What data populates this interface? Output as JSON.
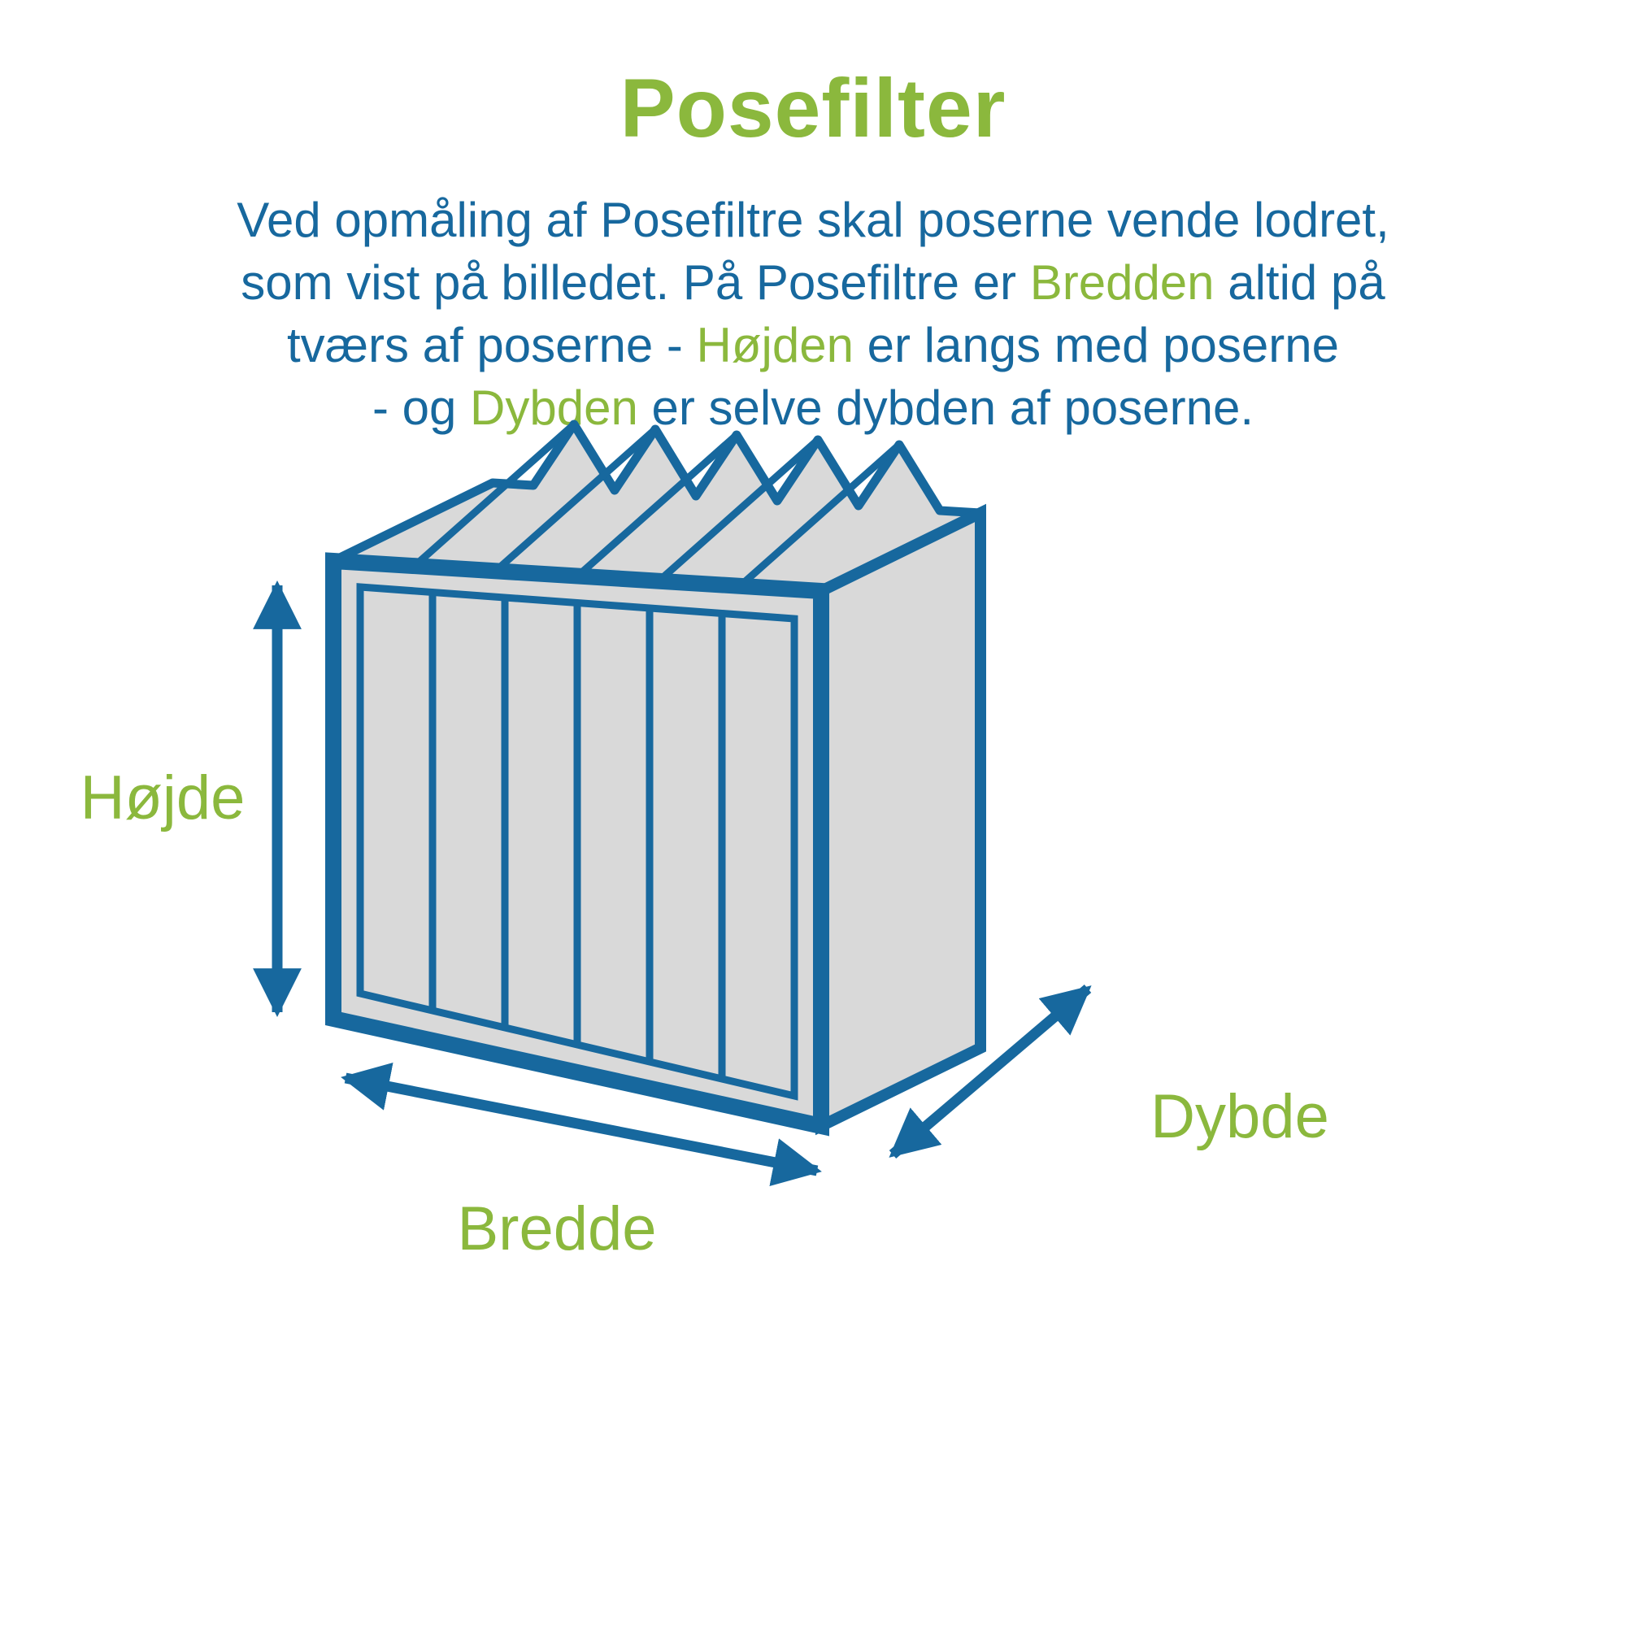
{
  "title": "Posefilter",
  "paragraph": {
    "lines": [
      {
        "segments": [
          {
            "text": "Ved opmåling af Posefiltre skal poserne vende lodret,",
            "color": "blue"
          }
        ]
      },
      {
        "segments": [
          {
            "text": "som vist på billedet. På Posefiltre er ",
            "color": "blue"
          },
          {
            "text": "Bredden",
            "color": "green"
          },
          {
            "text": " altid på",
            "color": "blue"
          }
        ]
      },
      {
        "segments": [
          {
            "text": "tværs af poserne - ",
            "color": "blue"
          },
          {
            "text": "Højden",
            "color": "green"
          },
          {
            "text": " er langs med poserne",
            "color": "blue"
          }
        ]
      },
      {
        "segments": [
          {
            "text": "- og ",
            "color": "blue"
          },
          {
            "text": "Dybden",
            "color": "green"
          },
          {
            "text": " er selve dybden af poserne.",
            "color": "blue"
          }
        ]
      }
    ]
  },
  "diagram": {
    "type": "bag-filter-measurement-illustration",
    "pocket_count": 6,
    "labels": {
      "height": "Højde",
      "width": "Bredde",
      "depth": "Dybde"
    }
  },
  "colors": {
    "green": "#8bb83d",
    "blue": "#17689e",
    "fill_gray": "#d9d9d9"
  }
}
